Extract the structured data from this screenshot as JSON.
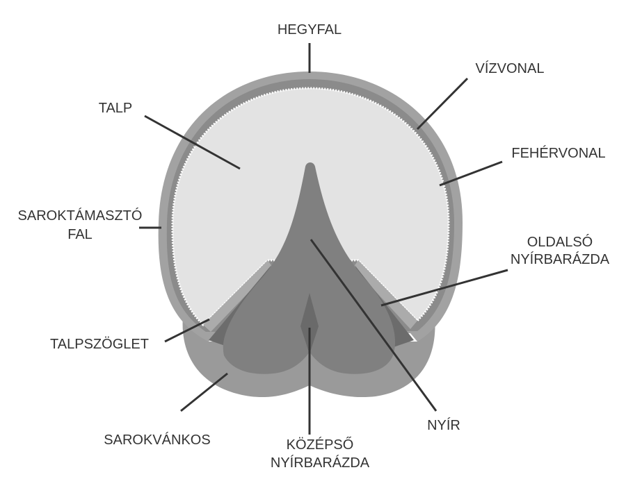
{
  "labels": {
    "hegyfal": "HEGYFAL",
    "vizvonal": "VÍZVONAL",
    "talp": "TALP",
    "fehervonal": "FEHÉRVONAL",
    "saroktamaszto_1": "SAROKTÁMASZTÓ",
    "saroktamaszto_2": "FAL",
    "oldalso_1": "OLDALSÓ",
    "oldalso_2": "NYÍRBARÁZDA",
    "talpszoglet": "TALPSZÖGLET",
    "sarokvankos": "SAROKVÁNKOS",
    "kozepso_1": "KÖZÉPSŐ",
    "kozepso_2": "NYÍRBARÁZDA",
    "nyir": "NYÍR"
  },
  "colors": {
    "wall": "#9e9e9e",
    "wall_inner": "#8b8b8b",
    "sole": "#e3e3e3",
    "white_line": "#ffffff",
    "frog": "#808080",
    "heel_bulbs": "#9a9a9a",
    "grooves": "#6c6c6c",
    "leader": "#333333"
  }
}
